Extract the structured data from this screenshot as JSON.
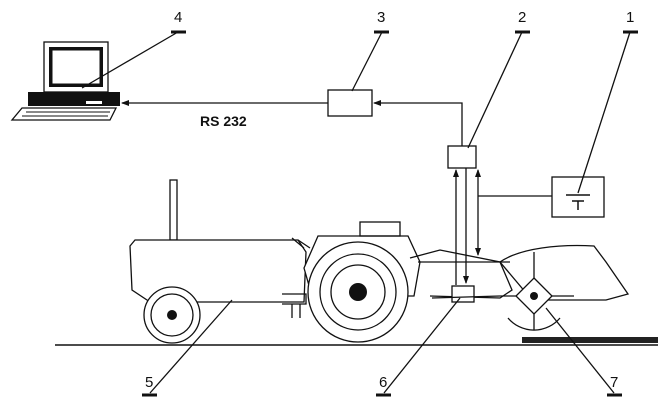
{
  "callouts": [
    "1",
    "2",
    "3",
    "4",
    "5",
    "6",
    "7"
  ],
  "link_label": "RS 232"
}
